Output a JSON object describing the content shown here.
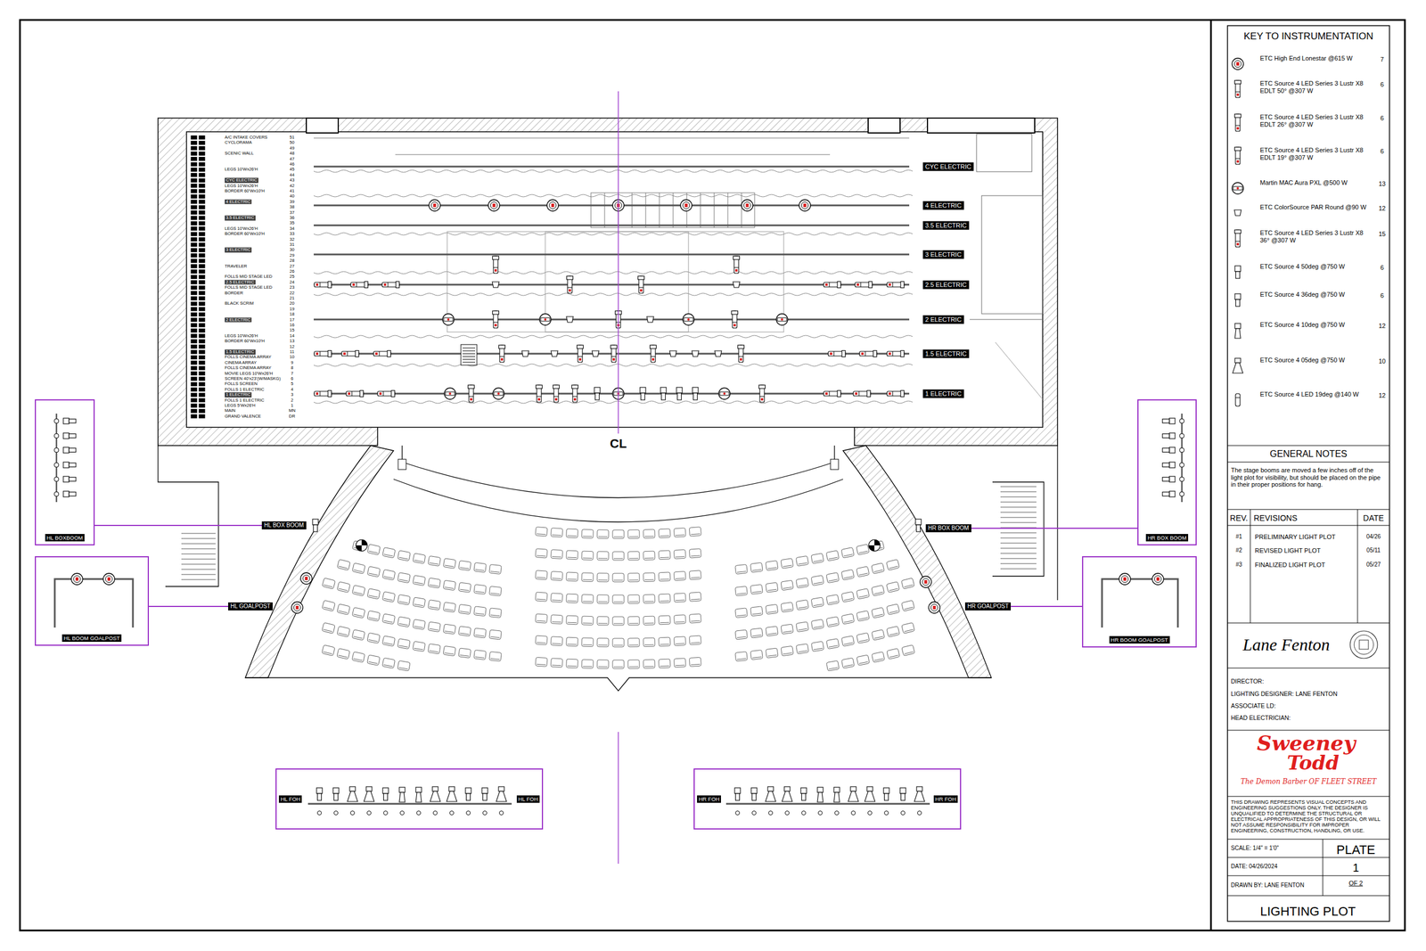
{
  "diagram": {
    "title": "LIGHTING PLOT",
    "nodes": [
      {
        "text": [
          "HL BOXBOOM"
        ]
      },
      {
        "text": [
          "HL BOOM GOALPOST"
        ]
      },
      {
        "text": [
          "HR BOX BOOM"
        ]
      },
      {
        "text": [
          "HR BOOM GOALPOST"
        ]
      },
      {
        "text": [
          "HL FOH",
          "HL FOH"
        ]
      },
      {
        "text": [
          "HR FOH",
          "HR FOH"
        ]
      },
      {
        "text": [
          "HL BOX BOOM"
        ]
      },
      {
        "text": [
          "HL GOALPOST"
        ]
      },
      {
        "text": [
          "HR BOX BOOM"
        ]
      },
      {
        "text": [
          "HR GOALPOST"
        ]
      }
    ],
    "edges": [
      {
        "from": 0,
        "to": 6,
        "arrow": "none"
      },
      {
        "from": 1,
        "to": 7,
        "arrow": "none"
      },
      {
        "from": 2,
        "to": 8,
        "arrow": "none"
      },
      {
        "from": 3,
        "to": 9,
        "arrow": "none"
      }
    ],
    "labels": [
      "A/C INTAKE COVERS",
      "51",
      "CYCLORAMA",
      "50",
      "49",
      "SCENIC WALL",
      "48",
      "47",
      "46",
      "LEGS 10'Wx26'H",
      "45",
      "44",
      "CYC ELECTRIC",
      "43",
      "LEGS 10'Wx26'H",
      "42",
      "BORDER 60'Wx10'H",
      "41",
      "40",
      "4 ELECTRIC",
      "39",
      "38",
      "37",
      "3.5 ELECTRIC",
      "36",
      "35",
      "LEGS 10'Wx26'H",
      "34",
      "BORDER 60'Wx10'H",
      "33",
      "32",
      "31",
      "3 ELECTRIC",
      "30",
      "29",
      "28",
      "TRAVELER",
      "27",
      "26",
      "FOLLS MID STAGE LED",
      "25",
      "2.5 ELECTRIC",
      "24",
      "FOLLS MID STAGE LED",
      "23",
      "BORDER",
      "22",
      "21",
      "BLACK SCRIM",
      "20",
      "19",
      "18",
      "2 ELECTRIC",
      "17",
      "16",
      "15",
      "LEGS 10'Wx26'H",
      "14",
      "BORDER 60'Wx10'H",
      "13",
      "12",
      "1.5 ELECTRIC",
      "11",
      "FOLLS CINEMA ARRAY",
      "10",
      "CINEMA ARRAY",
      "9",
      "FOLLS CINEMA ARRAY",
      "8",
      "MOVIE LEGS 10'Wx26'H",
      "7",
      "SCREEN 40'x23'(W/MASKG)",
      "6",
      "FOLLS SCREEN",
      "5",
      "FOLLS 1 ELECTRIC",
      "4",
      "1 ELECTRIC",
      "3",
      "FOLLS 1 ELECTRIC",
      "2",
      "LEGS 5'Wx26'H",
      "1",
      "MAIN",
      "MN",
      "GRAND VALENCE",
      "DR",
      "CYC ELECTRIC",
      "4 ELECTRIC",
      "3.5 ELECTRIC",
      "3 ELECTRIC",
      "2.5 ELECTRIC",
      "2 ELECTRIC",
      "1.5 ELECTRIC",
      "1 ELECTRIC",
      "CL",
      "KEY TO INSTRUMENTATION",
      "7",
      "6",
      "6",
      "6",
      "13",
      "12",
      "15",
      "6",
      "6",
      "12",
      "10",
      "12",
      "GENERAL NOTES",
      "The stage booms are moved a few inches off of the light plot for visibility, but should be placed on the pipe in their proper positions for hang.",
      "REV.",
      "REVISIONS",
      "DATE",
      "#1",
      "PRELIMINARY LIGHT PLOT",
      "04/26",
      "#2",
      "REVISED LIGHT PLOT",
      "05/11",
      "#3",
      "FINALIZED LIGHT PLOT",
      "05/27",
      "Lane Fenton",
      "DIRECTOR:",
      "LIGHTING DESIGNER: LANE FENTON",
      "ASSOCIATE LD:",
      "HEAD ELECTRICIAN:",
      "Sweeney",
      "Todd",
      "The Demon Barber OF FLEET STREET",
      "THIS DRAWING REPRESENTS VISUAL CONCEPTS AND ENGINEERING SUGGESTIONS ONLY. THE DESIGNER IS UNQUALIFIED TO DETERMINE THE STRUCTURAL OR ELECTRICAL APPROPRIATENESS OF THIS DESIGN, OR WILL NOT ASSUME RESPONSIBILITY FOR IMPROPER ENGINEERING, CONSTRUCTION, HANDLING, OR USE.",
      "SCALE: 1/4\" = 1'0\"",
      "DATE: 04/26/2024",
      "DRAWN BY: LANE FENTON",
      "PLATE",
      "1",
      "OF 2"
    ],
    "legend": [
      {
        "text": "ETC High End Lonestar @615 W"
      },
      {
        "text": "ETC Source 4 LED Series 3 Lustr X8 EDLT 50° @307 W"
      },
      {
        "text": "ETC Source 4 LED Series 3 Lustr X8 EDLT 26° @307 W"
      },
      {
        "text": "ETC Source 4 LED Series 3 Lustr X8 EDLT 19° @307 W"
      },
      {
        "text": "Martin MAC Aura PXL @500 W"
      },
      {
        "text": "ETC ColorSource PAR Round @90 W"
      },
      {
        "text": "ETC Source 4 LED Series 3 Lustr X8 36° @307 W"
      },
      {
        "text": "ETC Source 4 50deg @750 W"
      },
      {
        "text": "ETC Source 4 36deg @750 W"
      },
      {
        "text": "ETC Source 4 10deg @750 W"
      },
      {
        "text": "ETC Source 4 05deg @750 W"
      },
      {
        "text": "ETC Source 4 LED 19deg @140 W"
      }
    ]
  }
}
